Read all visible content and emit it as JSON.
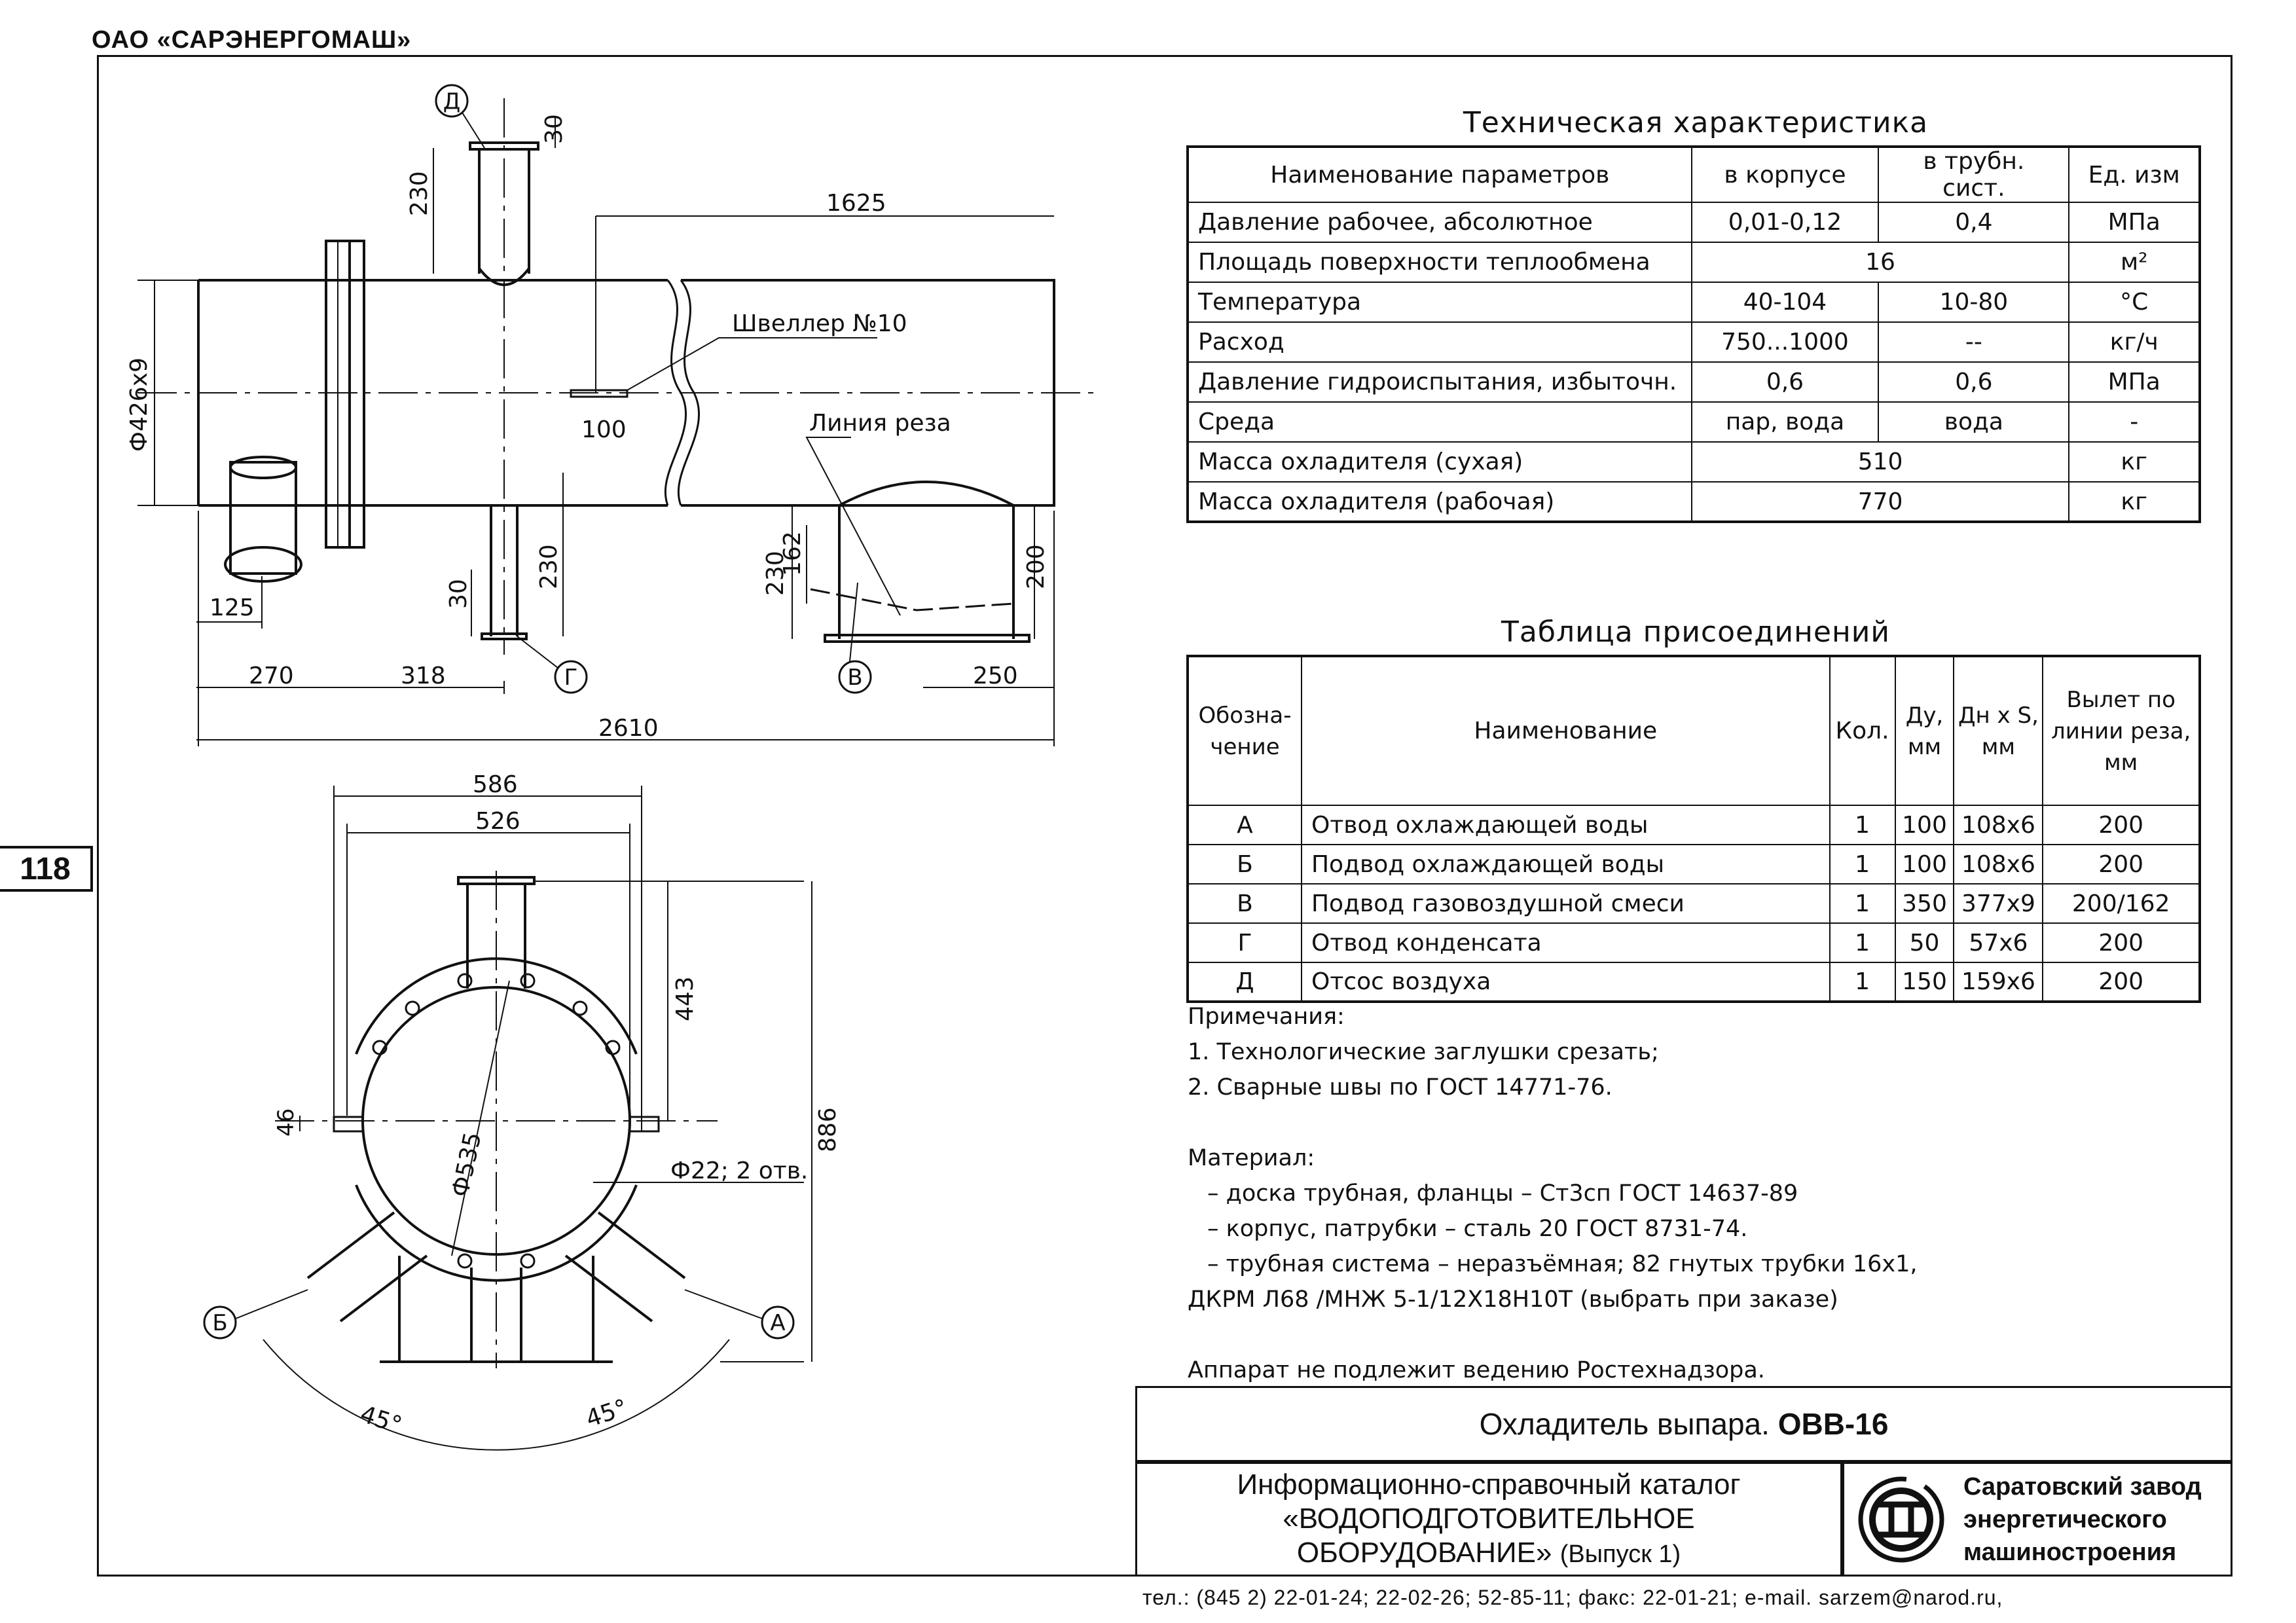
{
  "header": {
    "company": "ОАО «САРЭНЕРГОМАШ»",
    "page_number": "118"
  },
  "drawing": {
    "top_view": {
      "dims": [
        "1625",
        "230",
        "30",
        "Ф426х9",
        "100",
        "Швеллер №10",
        "Линия реза",
        "125",
        "270",
        "318",
        "2610",
        "230",
        "30",
        "230",
        "162",
        "200",
        "250"
      ],
      "markers": [
        "Д",
        "Г",
        "В"
      ]
    },
    "end_view": {
      "dims": [
        "586",
        "526",
        "443",
        "886",
        "46",
        "Ф535",
        "Ф22; 2 отв.",
        "45°",
        "45°"
      ],
      "markers": [
        "Б",
        "А"
      ]
    }
  },
  "tech": {
    "title": "Техническая характеристика",
    "headers": [
      "Наименование параметров",
      "в корпусе",
      "в трубн. сист.",
      "Ед. изм"
    ],
    "rows": [
      {
        "name": "Давление рабочее, абсолютное",
        "body": "0,01-0,12",
        "tubes": "0,4",
        "unit": "МПа"
      },
      {
        "name": "Площадь поверхности теплообмена",
        "merged": "16",
        "unit": "м²"
      },
      {
        "name": "Температура",
        "body": "40-104",
        "tubes": "10-80",
        "unit": "°С"
      },
      {
        "name": "Расход",
        "body": "750...1000",
        "tubes": "--",
        "unit": "кг/ч"
      },
      {
        "name": "Давление гидроиспытания, избыточн.",
        "body": "0,6",
        "tubes": "0,6",
        "unit": "МПа"
      },
      {
        "name": "Среда",
        "body": "пар, вода",
        "tubes": "вода",
        "unit": "-"
      },
      {
        "name": "Масса охладителя (сухая)",
        "merged": "510",
        "unit": "кг"
      },
      {
        "name": "Масса охладителя (рабочая)",
        "merged": "770",
        "unit": "кг"
      }
    ]
  },
  "connections": {
    "title": "Таблица присоединений",
    "headers": [
      "Обозна-чение",
      "Наименование",
      "Кол.",
      "Ду, мм",
      "Дн х S, мм",
      "Вылет по линии реза, мм"
    ],
    "rows": [
      {
        "mark": "А",
        "name": "Отвод охлаждающей воды",
        "qty": "1",
        "du": "100",
        "dn": "108х6",
        "out": "200"
      },
      {
        "mark": "Б",
        "name": "Подвод охлаждающей воды",
        "qty": "1",
        "du": "100",
        "dn": "108х6",
        "out": "200"
      },
      {
        "mark": "В",
        "name": "Подвод газовоздушной смеси",
        "qty": "1",
        "du": "350",
        "dn": "377х9",
        "out": "200/162"
      },
      {
        "mark": "Г",
        "name": "Отвод конденсата",
        "qty": "1",
        "du": "50",
        "dn": "57х6",
        "out": "200"
      },
      {
        "mark": "Д",
        "name": "Отсос воздуха",
        "qty": "1",
        "du": "150",
        "dn": "159х6",
        "out": "200"
      }
    ]
  },
  "notes": {
    "title": "Примечания:",
    "items": [
      "1. Технологические заглушки срезать;",
      "2. Сварные швы по ГОСТ 14771-76."
    ],
    "material_title": "Материал:",
    "materials": [
      "– доска трубная, фланцы – Ст3сп ГОСТ 14637-89",
      "– корпус, патрубки – сталь 20 ГОСТ 8731-74.",
      "– трубная система –  неразъёмная; 82 гнутых трубки 16х1,"
    ],
    "materials_cont": "ДКРМ Л68 /МНЖ 5-1/12Х18Н10Т (выбрать при заказе)",
    "rostech": "Аппарат не подлежит ведению Ростехнадзора."
  },
  "title_block": {
    "title": "Охладитель выпара.",
    "code": "ОВВ-16",
    "catalog_line1": "Информационно-справочный каталог",
    "catalog_line2": "«ВОДОПОДГОТОВИТЕЛЬНОЕ",
    "catalog_line3": "ОБОРУДОВАНИЕ»",
    "catalog_issue": "(Выпуск 1)",
    "factory_line1": "Саратовский завод",
    "factory_line2": "энергетического",
    "factory_line3": "машиностроения",
    "logo_icon": "saratov-plant-logo-icon"
  },
  "contacts": "тел.: (845 2) 22-01-24; 22-02-26; 52-85-11; факс: 22-01-21; e-mail. sarzem@narod.ru,"
}
